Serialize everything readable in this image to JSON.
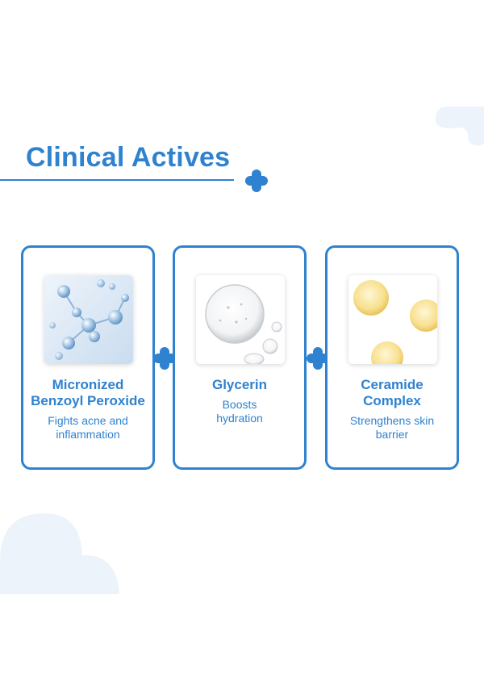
{
  "title": "Clinical Actives",
  "colors": {
    "accent": "#2f82cf",
    "cloud": "#edf3fb",
    "background": "#ffffff"
  },
  "ingredients": [
    {
      "name": "Micronized\nBenzoyl Peroxide",
      "description": "Fights acne and\ninflammation",
      "image": "molecule-structure"
    },
    {
      "name": "Glycerin",
      "description": "Boosts\nhydration",
      "image": "clear-droplets"
    },
    {
      "name": "Ceramide\nComplex",
      "description": "Strengthens skin\nbarrier",
      "image": "yellow-droplets"
    }
  ],
  "decorations": [
    "cloud-shape",
    "plus-icon"
  ]
}
